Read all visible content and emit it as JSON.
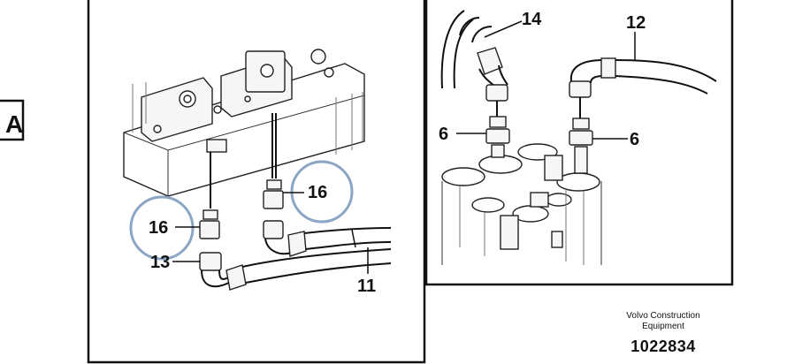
{
  "view_label": "A",
  "callouts_left": {
    "c16a": "16",
    "c16b": "16",
    "c13": "13",
    "c11": "11"
  },
  "callouts_right": {
    "c14": "14",
    "c12": "12",
    "c6a": "6",
    "c6b": "6"
  },
  "footer": {
    "org_line1": "Volvo Construction",
    "org_line2": "Equipment",
    "code": "1022834"
  }
}
